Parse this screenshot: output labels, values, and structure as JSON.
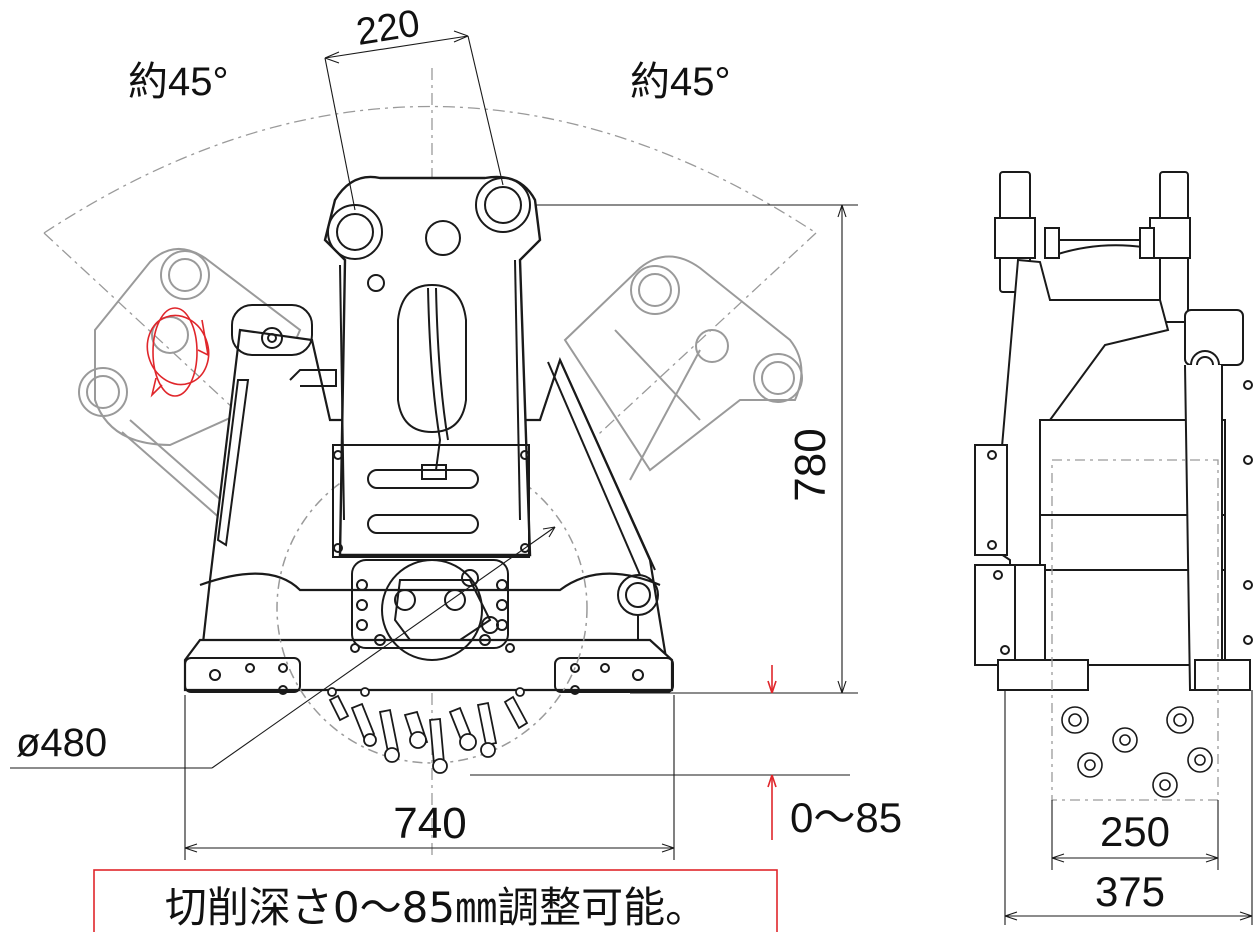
{
  "drawing": {
    "header_fragment": "",
    "angle_left": "約45°",
    "angle_right": "約45°",
    "pin_spacing": "220",
    "height_dim": "780",
    "drum_diameter": "ø480",
    "width_dim": "740",
    "depth_range": "0〜85",
    "side_width_inner": "250",
    "side_width_outer": "375",
    "note": "切削深さ0〜85㎜調整可能。"
  },
  "colors": {
    "line": "#1a1a1a",
    "ghost": "#9a9a9a",
    "accent_red": "#e0262b",
    "paper": "#ffffff"
  }
}
